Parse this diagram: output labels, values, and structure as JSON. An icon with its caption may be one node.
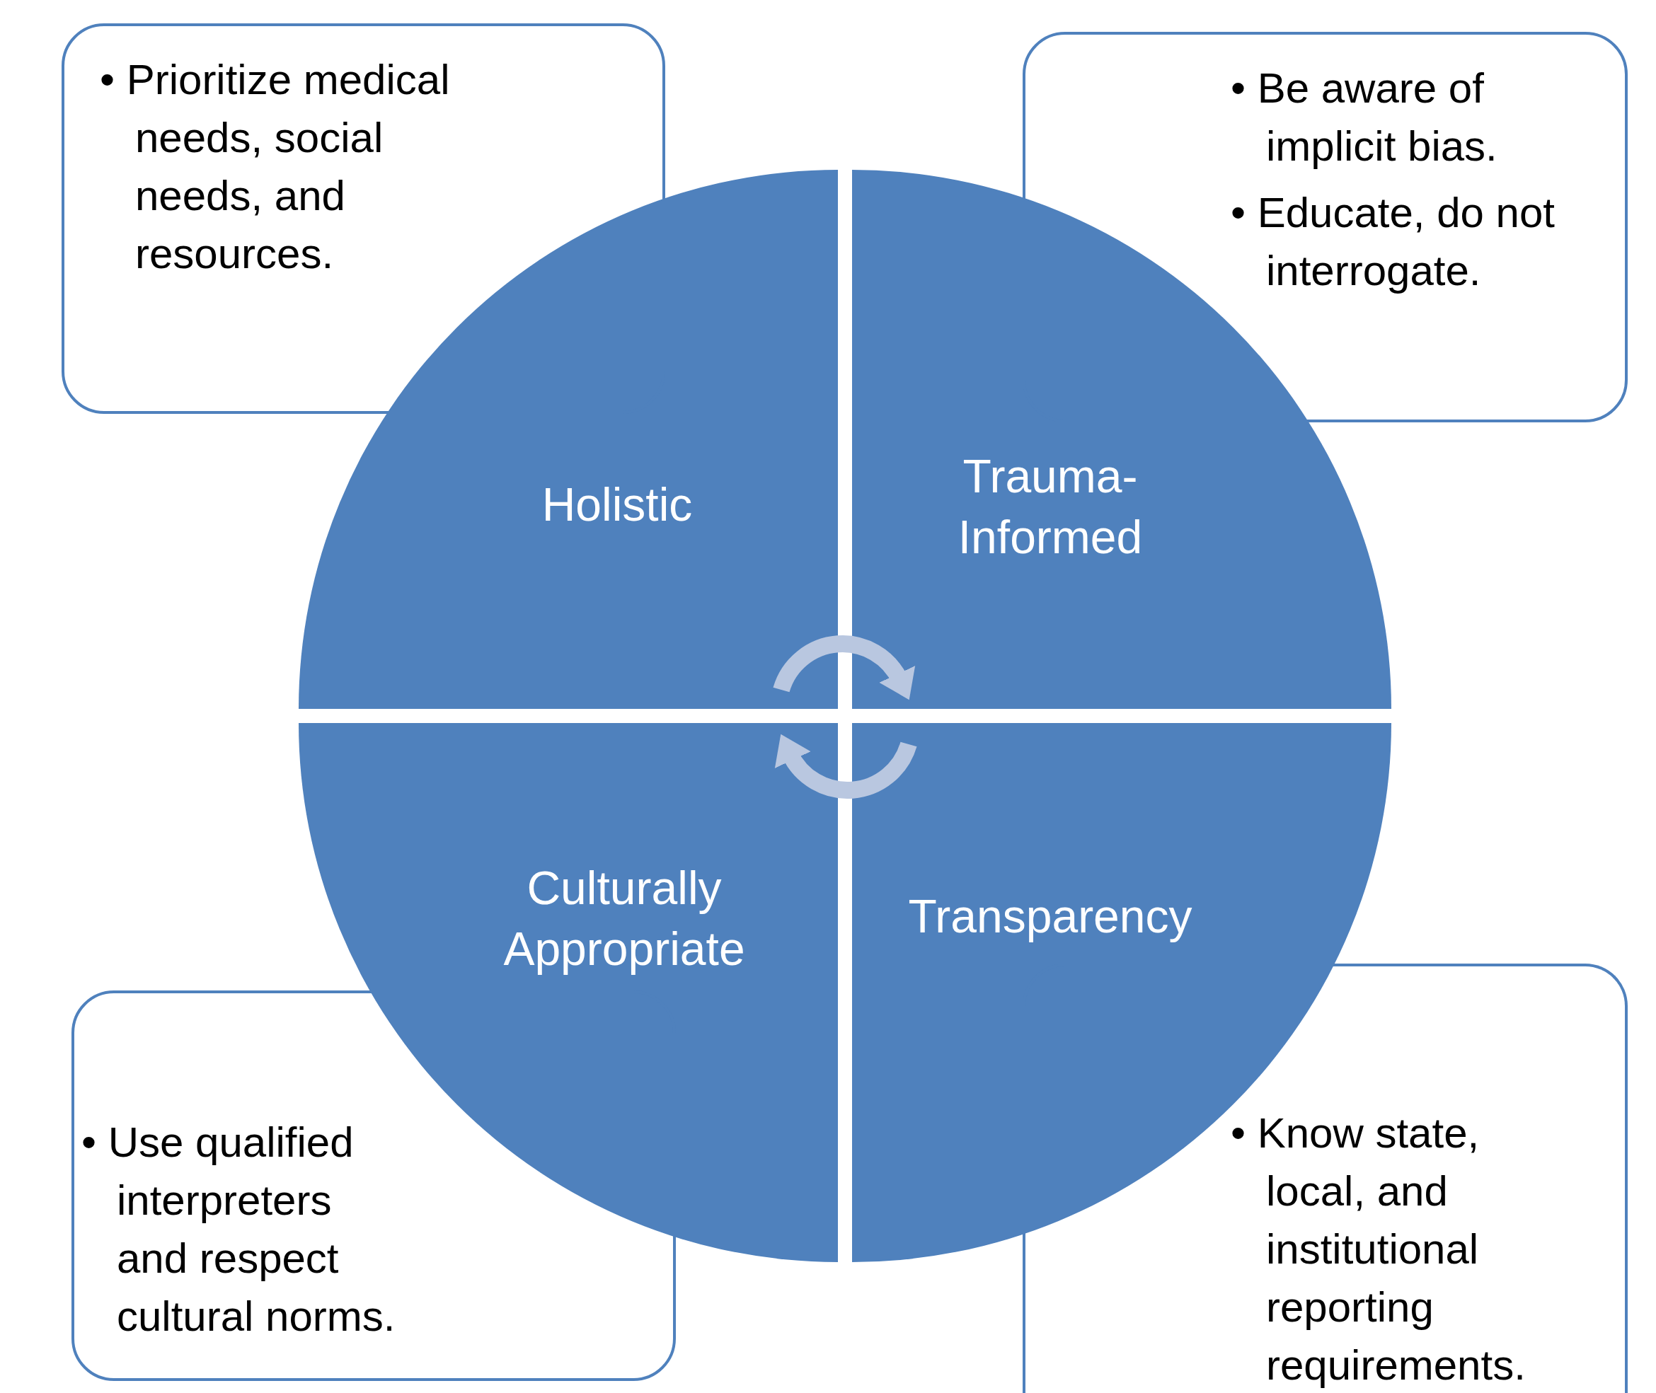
{
  "diagram": {
    "nodes": [
      {
        "text": [
          "• Prioritize medical needs, social needs, and resources."
        ]
      },
      {
        "text": [
          "• Be aware of implicit bias.",
          "• Educate, do not interrogate."
        ]
      },
      {
        "text": [
          "Holistic"
        ]
      },
      {
        "text": [
          "Trauma-Informed"
        ]
      },
      {
        "text": [
          "Culturally Appropriate"
        ]
      },
      {
        "text": [
          "Transparency"
        ]
      },
      {
        "text": [
          "• Use qualified interpreters and respect cultural norms."
        ]
      },
      {
        "text": [
          "• Know state, local, and institutional reporting requirements."
        ]
      }
    ],
    "edges": [
      {
        "from": 2,
        "to": 3,
        "arrow": "to"
      },
      {
        "from": 5,
        "to": 4,
        "arrow": "to"
      }
    ]
  }
}
